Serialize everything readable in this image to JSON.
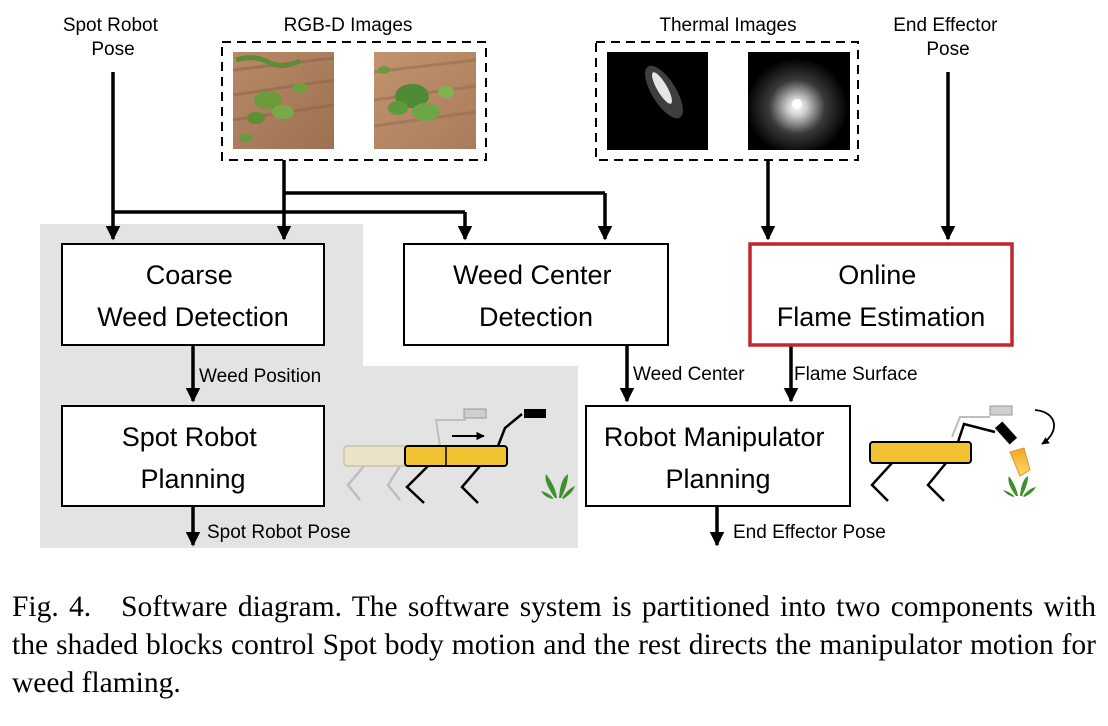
{
  "inputs": {
    "spot_robot_pose": [
      "Spot Robot",
      "Pose"
    ],
    "rgbd_images": "RGB-D Images",
    "thermal_images": "Thermal Images",
    "end_effector_pose": [
      "End Effector",
      "Pose"
    ]
  },
  "blocks": {
    "coarse_weed_detection": [
      "Coarse",
      "Weed Detection"
    ],
    "weed_center_detection": [
      "Weed Center",
      "Detection"
    ],
    "online_flame_estimation": [
      "Online",
      "Flame Estimation"
    ],
    "spot_robot_planning": [
      "Spot Robot",
      "Planning"
    ],
    "robot_manipulator_planning": [
      "Robot Manipulator",
      "Planning"
    ]
  },
  "edge_labels": {
    "weed_position": "Weed Position",
    "weed_center": "Weed Center",
    "flame_surface": "Flame Surface",
    "spot_robot_pose_out": "Spot Robot Pose",
    "end_effector_pose_out": "End Effector Pose"
  },
  "caption": {
    "figure_number": "Fig. 4.",
    "text": "Software diagram. The software system is partitioned into two components with the shaded blocks control Spot body motion and the rest directs the manipulator motion for weed flaming."
  },
  "colors": {
    "shaded_region": "#e3e3e3",
    "highlight_border": "#c0282d",
    "robot_body": "#f1c232",
    "plant_green": "#3f8f2b"
  }
}
